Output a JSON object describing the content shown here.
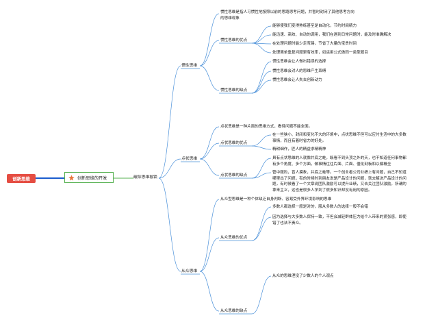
{
  "root": "创新思维",
  "center": {
    "label": "创新思维的开发",
    "icon": "star-icon",
    "icon_color": "#e8743b"
  },
  "branch": "破除思维枷锁",
  "categories": [
    {
      "name": "惯性思维",
      "definition": [
        "惯性思维是指人习惯性地按照以前的思路思考问题，并暂时封闭了其他思考方向",
        "的思维现象"
      ],
      "groups": [
        {
          "name": "惯性思维的优点",
          "items": [
            [
              "能够使我们变得熟练甚至是自动化，节约时间精力"
            ],
            [
              "能迅速、高效、自动的调用，我们在遇到日常问题时，能及时准确解决"
            ],
            [
              "在处理问题时能少走弯路，节省了大量的宝贵时间"
            ],
            [
              "处理简单重复问题更有效率，如运用公式做同一类型题目"
            ]
          ]
        },
        {
          "name": "惯性思维的缺点",
          "items": [
            [
              "惯性思维会让人做出错误的选择"
            ],
            [
              "惯性思维会对人的思维产生束缚"
            ],
            [
              "惯性思维会让人失去创新动力"
            ]
          ]
        }
      ]
    },
    {
      "name": "点状思维",
      "definition": [
        "点状思维是一种片面的思维方式，看待问题不能全面。"
      ],
      "groups": [
        {
          "name": "点状思维的优点",
          "items": [
            [
              "在一些狭小、封闭和变化不大的环境中，点状思维不但可以应付生活中的大多数",
              "事情，而且有着时省力的好处。"
            ],
            [
              "精耕细作，匠人的精益求精精神"
            ]
          ]
        },
        {
          "name": "点状思维的缺点",
          "items": [
            [
              "具有点状思维的人就像井底之蛙，既看不到头顶之外的天，也不知道任何事物都",
              "有多个角度、多个方面，做事情往往片面、片面、僵化刻板和以偏概全"
            ],
            [
              "管中窥豹，盲人摸象，井底之蛙等。一个创业者公司业绩上有问题，自己不知道",
              "哪里出了问题，有的时候时到朋友说是产品设计的问题，就去解决产品设计的问",
              "题，有时候看了一个文章说团队激励可以提升业绩，又去关注团队激励，所谓的",
              "拿来主义，这也是很多人学到了很多知识却没有用的原因。"
            ]
          ]
        }
      ]
    },
    {
      "name": "从众思维",
      "definition": [
        "从众型思维是一种个体缺乏自身判断、容易受外界环境影响的思维"
      ],
      "groups": [
        {
          "name": "从众思维的优点",
          "items": [
            [
              "多数人都选择一般是对的，服从多数人的选择一般不会错"
            ],
            [
              "因为选择与大多数人保持一致，不但会减轻群体压力给个人带来的紧张感，即使",
              "错了也法不责众。"
            ]
          ]
        },
        {
          "name": "从众思维的缺点",
          "items": [
            [
              "从众的思维湮没了少数人的个人观点"
            ]
          ]
        }
      ]
    }
  ],
  "colors": {
    "edge": "#4a90d9",
    "root_bg": "#e54d42",
    "center_border": "#55b04f",
    "root_link": "#1f5fcf"
  }
}
